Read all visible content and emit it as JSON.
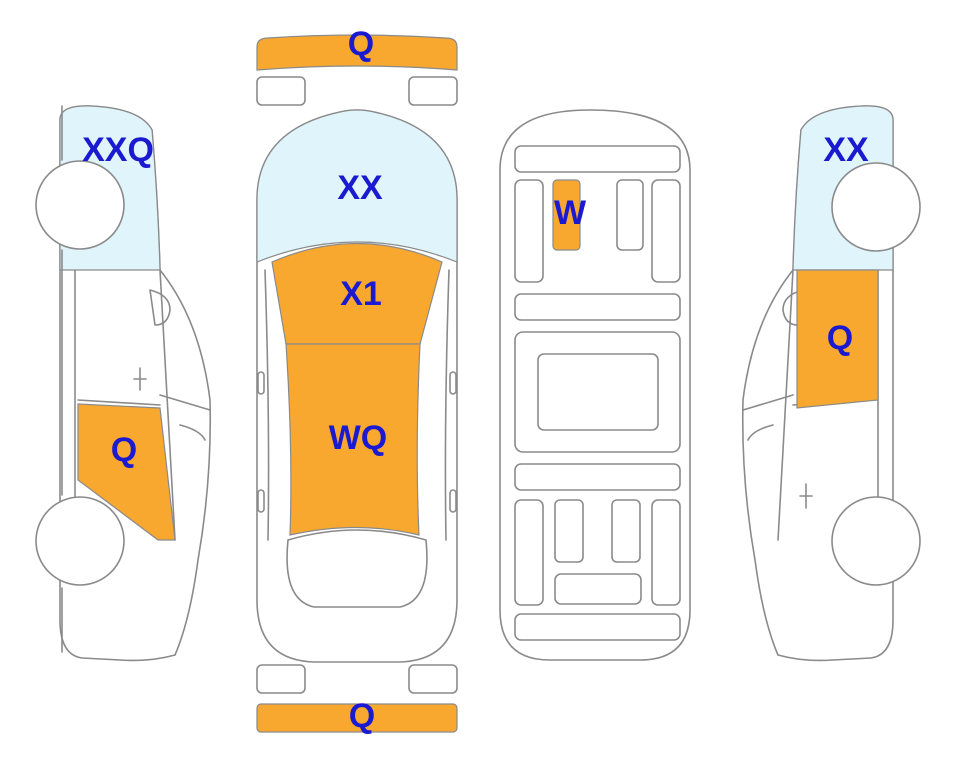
{
  "colors": {
    "damage": "#F8A82E",
    "glass": "#DFF4FB",
    "label": "#1A1AD0",
    "outline": "#8A8A8A"
  },
  "labels": {
    "front_bumper": "Q",
    "left_window": "XXQ",
    "left_rear_door": "Q",
    "windshield": "XX",
    "hood": "X1",
    "roof": "WQ",
    "floor_panel": "W",
    "right_window": "XX",
    "right_front_door": "Q",
    "rear_bumper": "Q"
  }
}
